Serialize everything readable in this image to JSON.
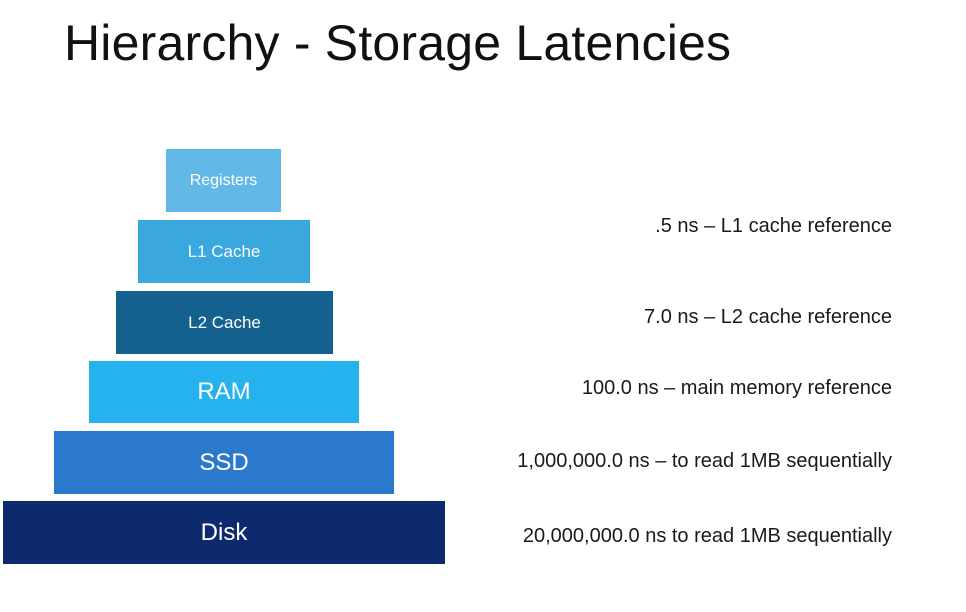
{
  "title": "Hierarchy - Storage Latencies",
  "tiers": [
    {
      "label": "Registers",
      "color": "#62b8e6"
    },
    {
      "label": "L1 Cache",
      "color": "#38a8df"
    },
    {
      "label": "L2 Cache",
      "color": "#14608f"
    },
    {
      "label": "RAM",
      "color": "#26b2ef"
    },
    {
      "label": "SSD",
      "color": "#2a79cc"
    },
    {
      "label": "Disk",
      "color": "#0e2a6e"
    }
  ],
  "latencies": [
    ".5 ns – L1 cache reference",
    "7.0 ns – L2 cache reference",
    "100.0 ns – main memory reference",
    "1,000,000.0 ns – to read 1MB sequentially",
    "20,000,000.0 ns to read 1MB sequentially"
  ]
}
